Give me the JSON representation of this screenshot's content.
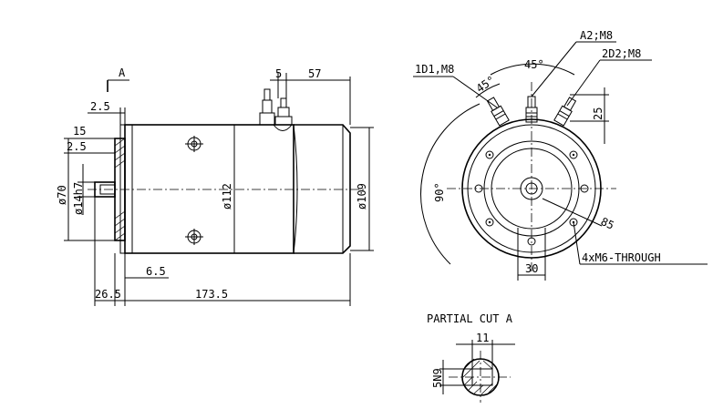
{
  "side_view": {
    "section_marker": "A",
    "dims": {
      "d2_5_top": "2.5",
      "d15": "15",
      "d2_5_mid": "2.5",
      "d70": "ø70",
      "d14": "ø14h7",
      "d112": "ø112",
      "d109": "ø109",
      "d5": "5",
      "d57": "57",
      "d6_5": "6.5",
      "d26_5": "26.5",
      "d173_5": "173.5"
    }
  },
  "end_view": {
    "labels": {
      "a2": "A2;M8",
      "d1": "1D1,M8",
      "d2": "2D2;M8",
      "mount": "4xM6-THROUGH"
    },
    "dims": {
      "ang45_top": "45°",
      "ang45_left": "45°",
      "ang90": "90°",
      "d25": "25",
      "d85": "85",
      "d30": "30"
    }
  },
  "partial_cut": {
    "title": "PARTIAL CUT A",
    "d11": "11",
    "d5n9": "5N9"
  }
}
